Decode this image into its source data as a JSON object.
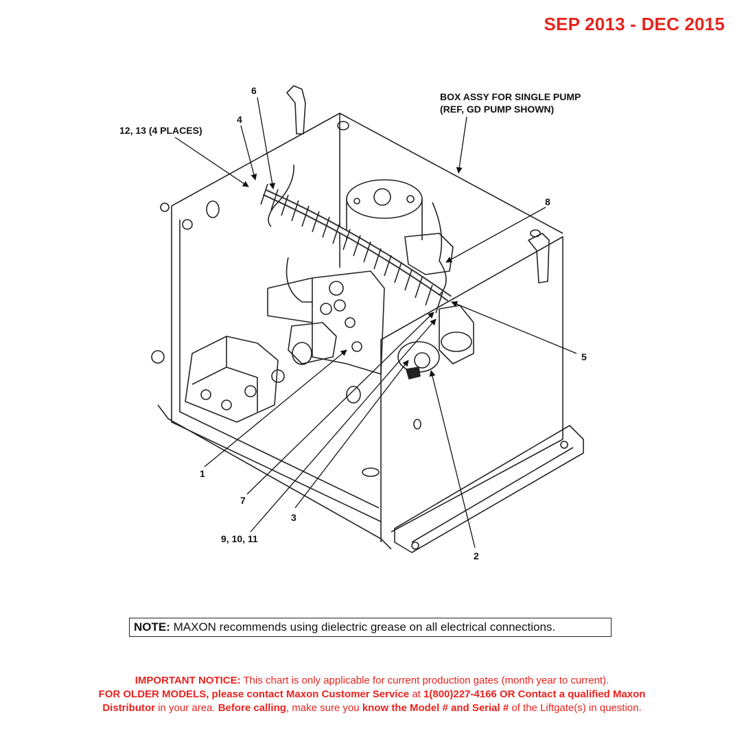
{
  "header": {
    "date_range": "SEP 2013 - DEC 2015"
  },
  "callouts": {
    "box_title_line1": "BOX ASSY FOR SINGLE PUMP",
    "box_title_line2": "(REF, GD PUMP SHOWN)",
    "c12_13": "12, 13 (4 PLACES)",
    "c4": "4",
    "c6": "6",
    "c8": "8",
    "c5": "5",
    "c1": "1",
    "c7": "7",
    "c3": "3",
    "c9_10_11": "9, 10, 11",
    "c2": "2"
  },
  "note": {
    "label": "NOTE:",
    "text": " MAXON recommends using dielectric grease on all electrical connections."
  },
  "notice": {
    "line1_bold": "IMPORTANT NOTICE:",
    "line1_text": " This chart is only applicable for current production gates (month year to current).",
    "line2_bold1": "FOR OLDER MODELS, please contact Maxon Customer Service",
    "line2_text1": " at ",
    "line2_bold2": "1(800)227-4166 OR Contact a qualified Maxon",
    "line3_bold1": "Distributor",
    "line3_text1": " in your area. ",
    "line3_bold2": "Before calling",
    "line3_text2": ", make sure you ",
    "line3_bold3": "know the Model # and Serial #",
    "line3_text3": " of the Liftgate(s) in question."
  },
  "colors": {
    "accent_red": "#e8231e",
    "line": "#222222"
  }
}
